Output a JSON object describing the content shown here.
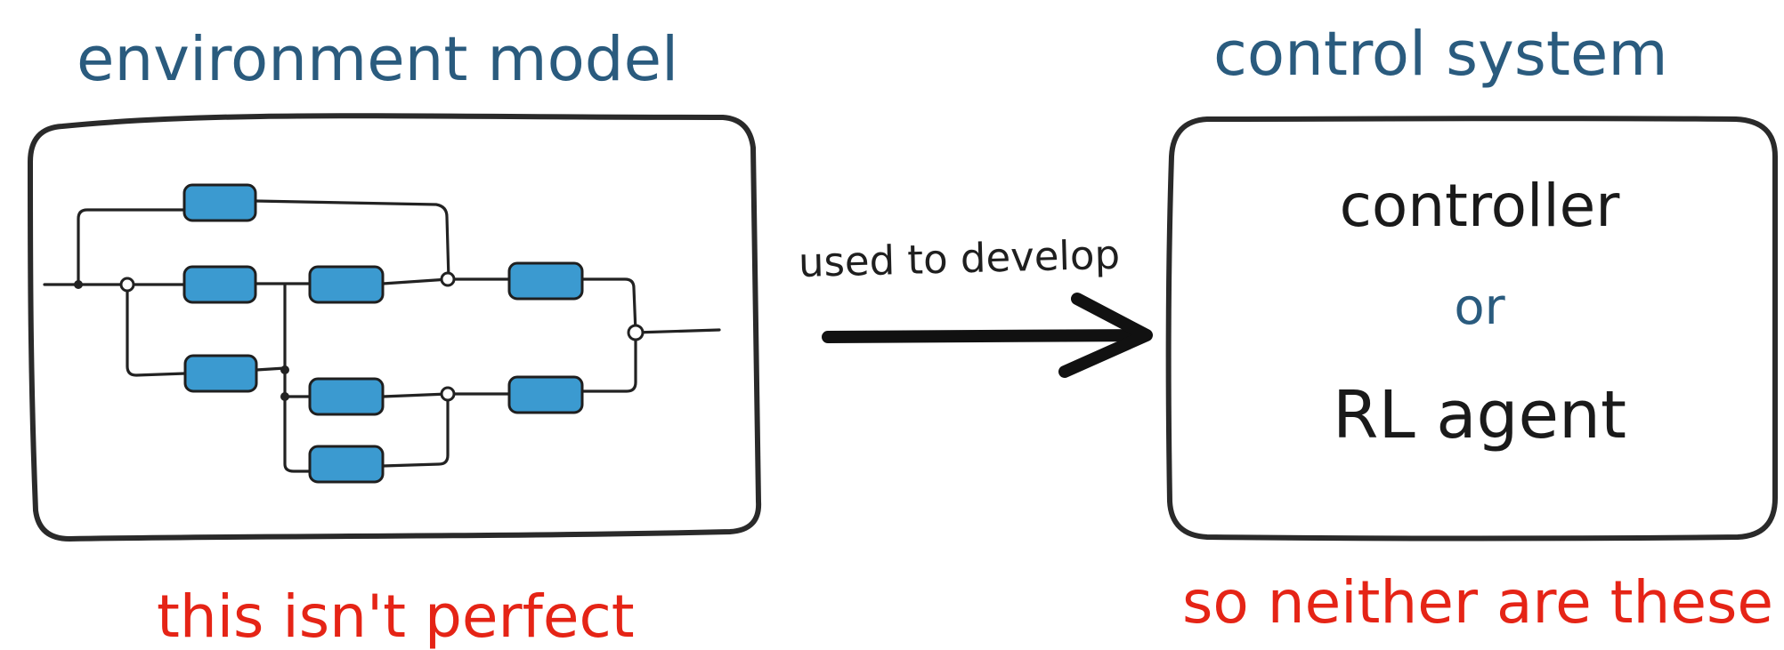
{
  "environment_title": "environment model",
  "control_title": "control system",
  "arrow_label": "used to develop",
  "controller_text": "controller",
  "or_text": "or",
  "agent_text": "RL agent",
  "left_caption": "this isn't perfect",
  "right_caption": "so neither are these",
  "colors": {
    "title": "#2a5b7e",
    "caption": "#e52416",
    "ink": "#1f1f1f",
    "block": "#3b9ad0",
    "or": "#2a5b7e"
  }
}
